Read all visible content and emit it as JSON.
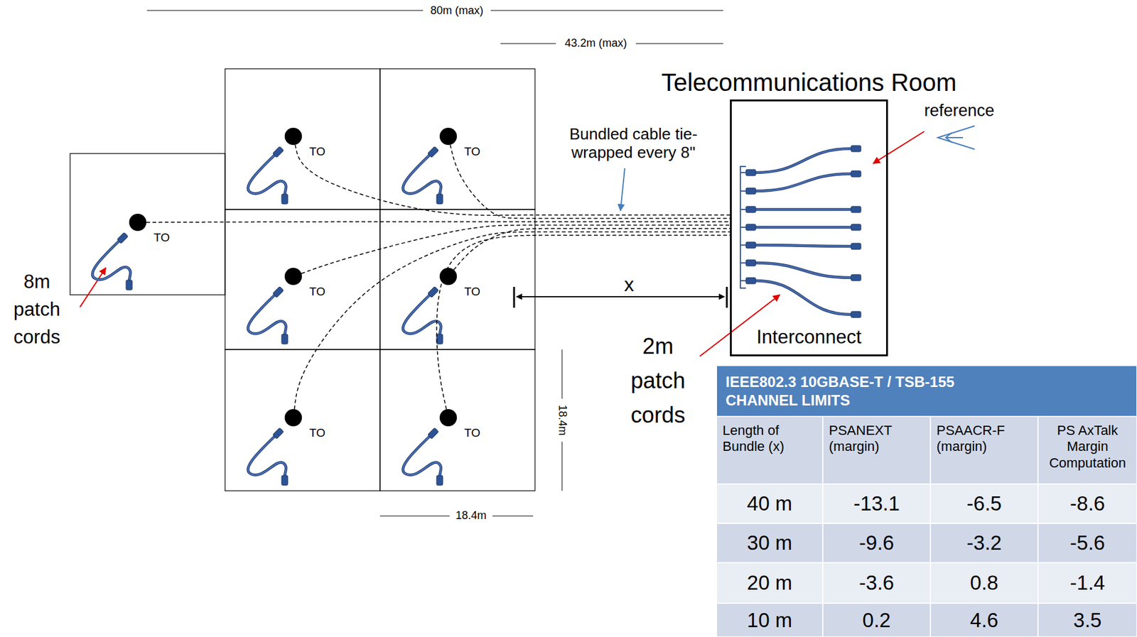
{
  "diagram": {
    "nodes": [
      {
        "text": [
          "Telecommunications Room",
          "Interconnect"
        ]
      },
      {
        "text": [
          "TO"
        ]
      },
      {
        "text": [
          "TO"
        ]
      },
      {
        "text": [
          "TO"
        ]
      },
      {
        "text": [
          "TO"
        ]
      },
      {
        "text": [
          "TO"
        ]
      },
      {
        "text": [
          "TO"
        ]
      },
      {
        "text": [
          "TO"
        ]
      }
    ],
    "edges": [
      {
        "from": 1,
        "to": 0,
        "arrow": "none"
      },
      {
        "from": 2,
        "to": 0,
        "arrow": "none"
      },
      {
        "from": 3,
        "to": 0,
        "arrow": "none"
      },
      {
        "from": 4,
        "to": 0,
        "arrow": "none"
      },
      {
        "from": 5,
        "to": 0,
        "arrow": "none"
      },
      {
        "from": 6,
        "to": 0,
        "arrow": "none"
      },
      {
        "from": 7,
        "to": 0,
        "arrow": "none"
      }
    ],
    "labels": [
      "80m (max)",
      "43.2m (max)",
      "reference",
      "Bundled cable tie-wrapped every 8\"",
      "x",
      "8m patch cords",
      "2m patch cords",
      "18.4m",
      "18.4m",
      "IEEE802.3 10GBASE-T / TSB-155 CHANNEL LIMITS",
      "Length of Bundle (x)",
      "PSANEXT (margin)",
      "PSAACR-F (margin)",
      "PS AxTalk Margin Computation",
      "40 m",
      "-13.1",
      "-6.5",
      "-8.6",
      "30 m",
      "-9.6",
      "-3.2",
      "-5.6",
      "20 m",
      "-3.6",
      "0.8",
      "-1.4",
      "10 m",
      "0.2",
      "4.6",
      "3.5"
    ]
  }
}
